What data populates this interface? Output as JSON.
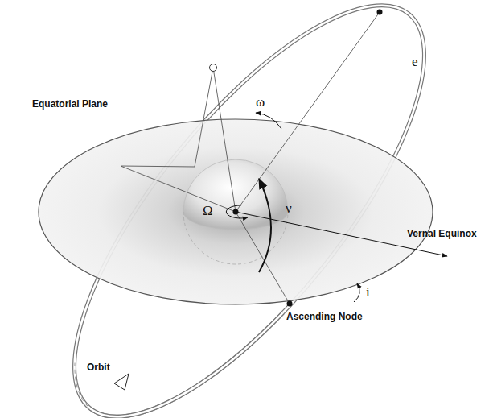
{
  "diagram": {
    "labels": [
      "Equatorial Plane",
      "ω",
      "Ω",
      "ν",
      "Vernal Equinox",
      "i",
      "Ascending Node",
      "Orbit",
      "e"
    ]
  }
}
